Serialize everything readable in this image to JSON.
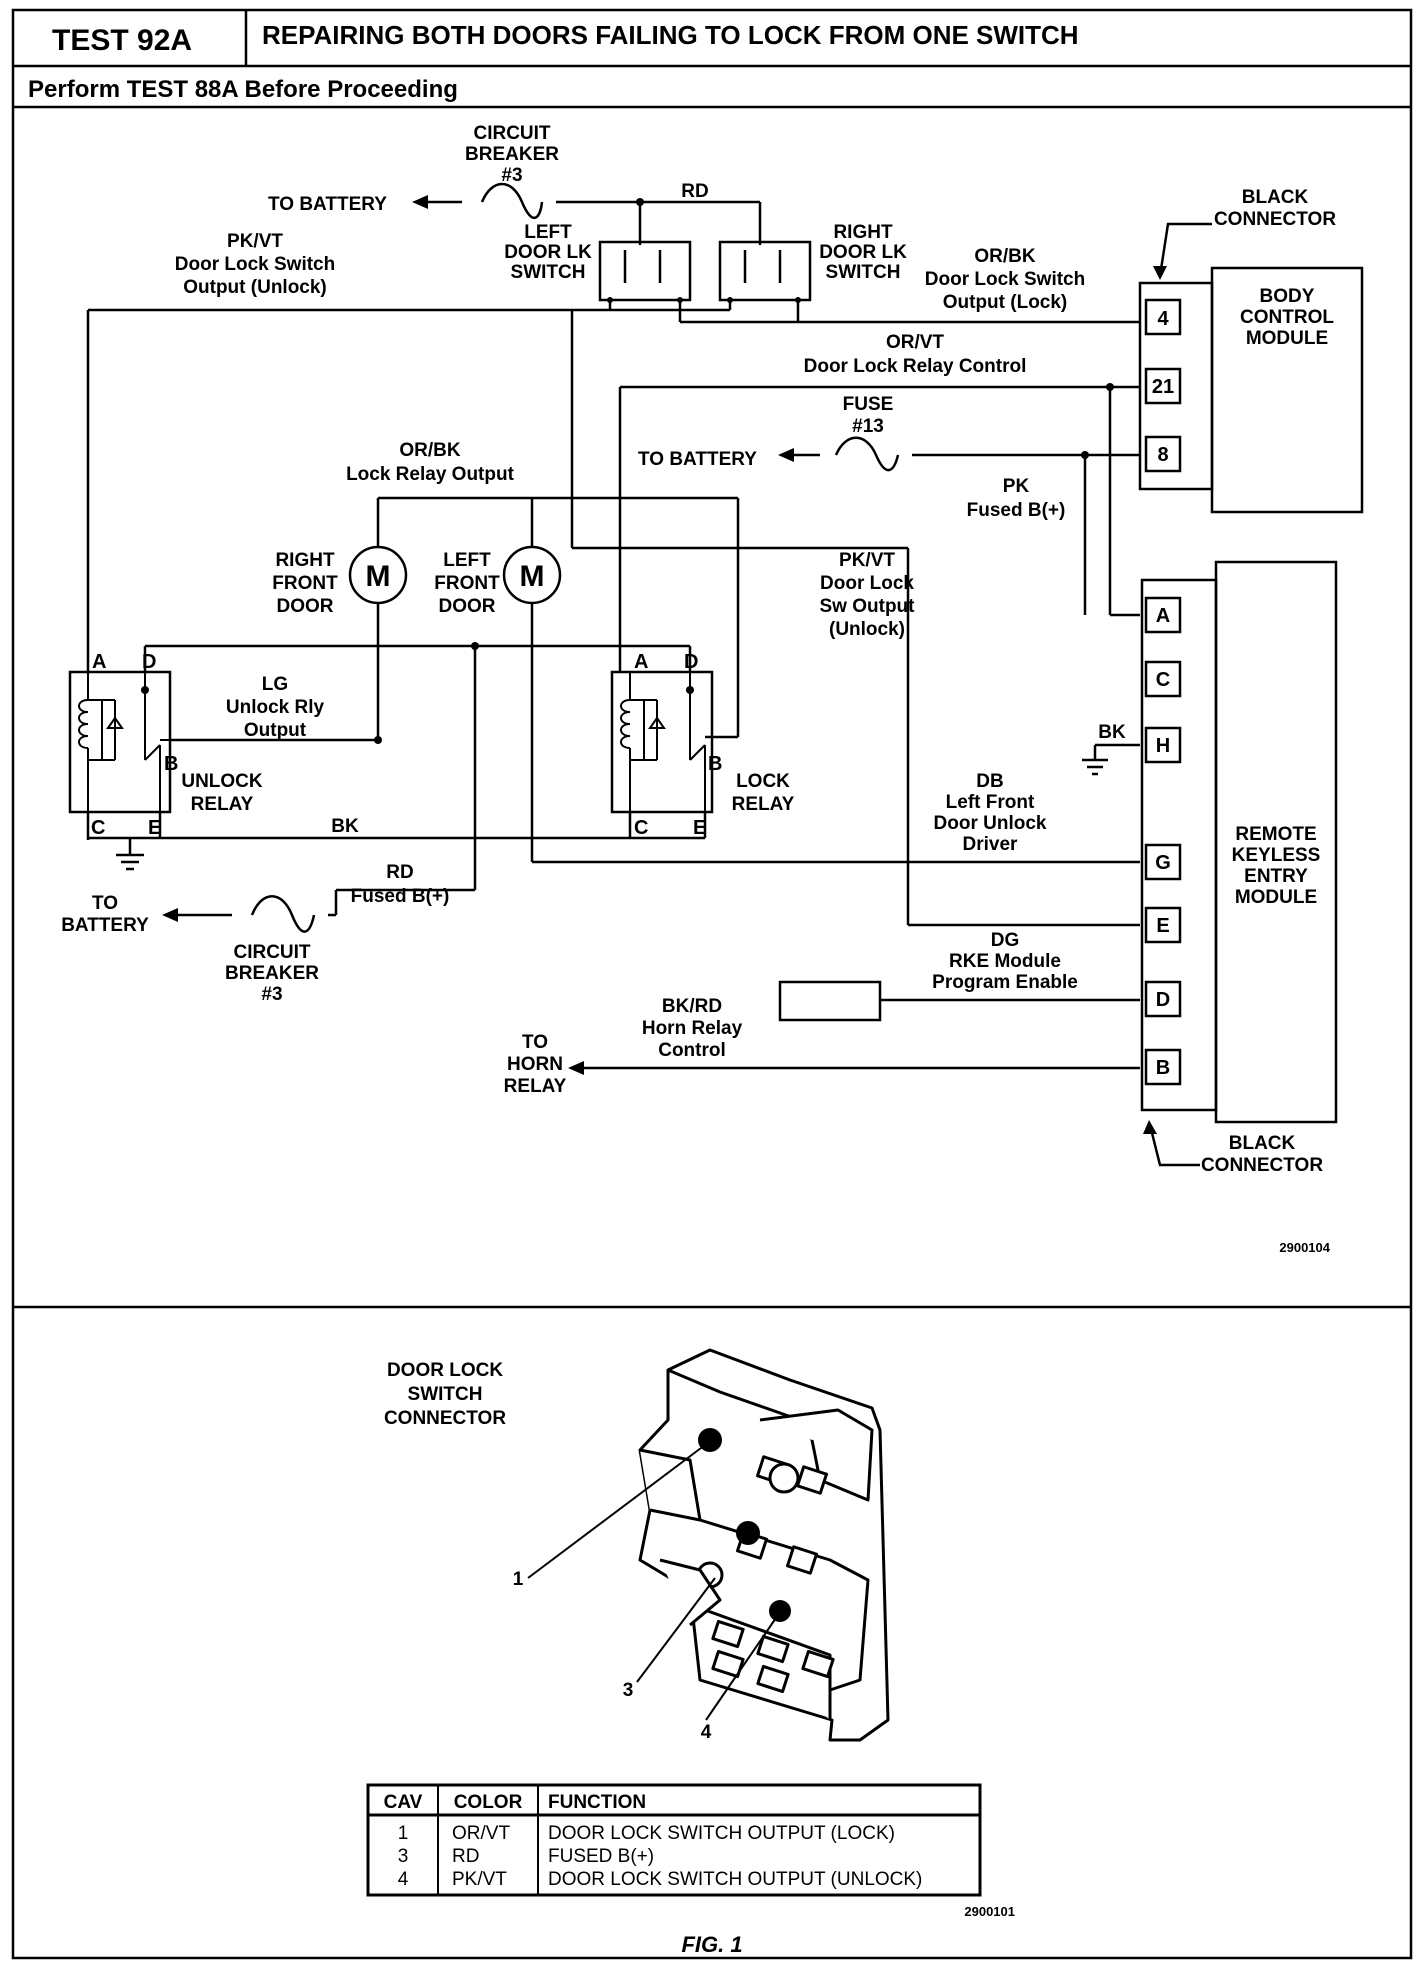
{
  "header": {
    "test_id": "TEST 92A",
    "title": "REPAIRING BOTH DOORS FAILING TO LOCK FROM ONE SWITCH",
    "subtitle": "Perform TEST 88A Before Proceeding"
  },
  "schematic": {
    "cb3_top": [
      "CIRCUIT",
      "BREAKER",
      "#3"
    ],
    "to_battery_top": "TO BATTERY",
    "rd_top": "RD",
    "left_switch": [
      "LEFT",
      "DOOR LK",
      "SWITCH"
    ],
    "right_switch": [
      "RIGHT",
      "DOOR LK",
      "SWITCH"
    ],
    "pkvt_unlock": [
      "PK/VT",
      "Door Lock Switch",
      "Output (Unlock)"
    ],
    "orbk_lock": [
      "OR/BK",
      "Door Lock Switch",
      "Output (Lock)"
    ],
    "black_connector_top": [
      "BLACK",
      "CONNECTOR"
    ],
    "bcm": [
      "BODY",
      "CONTROL",
      "MODULE"
    ],
    "bcm_pins": [
      "4",
      "21",
      "8"
    ],
    "orvt_relay": [
      "OR/VT",
      "Door Lock Relay Control"
    ],
    "fuse13": [
      "FUSE",
      "#13"
    ],
    "to_battery_mid": "TO BATTERY",
    "pk_fused": [
      "PK",
      "Fused B(+)"
    ],
    "orbk_lock_relay": [
      "OR/BK",
      "Lock Relay Output"
    ],
    "right_front_door": [
      "RIGHT",
      "FRONT",
      "DOOR"
    ],
    "left_front_door": [
      "LEFT",
      "FRONT",
      "DOOR"
    ],
    "motor_symbol": "M",
    "pkvt_sw": [
      "PK/VT",
      "Door Lock",
      "Sw Output",
      "(Unlock)"
    ],
    "lg_unlock": [
      "LG",
      "Unlock Rly",
      "Output"
    ],
    "unlock_relay": [
      "UNLOCK",
      "RELAY"
    ],
    "lock_relay": [
      "LOCK",
      "RELAY"
    ],
    "relay_pins": [
      "A",
      "D",
      "B",
      "C",
      "E"
    ],
    "bk_label": "BK",
    "bk_ground": "BK",
    "db_driver": [
      "DB",
      "Left Front",
      "Door Unlock",
      "Driver"
    ],
    "rd_fused": [
      "RD",
      "Fused B(+)"
    ],
    "to_battery_low": [
      "TO",
      "BATTERY"
    ],
    "cb3_low": [
      "CIRCUIT",
      "BREAKER",
      "#3"
    ],
    "dg_program": [
      "DG",
      "RKE Module",
      "Program Enable"
    ],
    "bkrd_horn": [
      "BK/RD",
      "Horn Relay",
      "Control"
    ],
    "to_horn": [
      "TO",
      "HORN",
      "RELAY"
    ],
    "rke": [
      "REMOTE",
      "KEYLESS",
      "ENTRY",
      "MODULE"
    ],
    "rke_pins": [
      "A",
      "C",
      "H",
      "G",
      "E",
      "D",
      "B"
    ],
    "black_connector_bottom": [
      "BLACK",
      "CONNECTOR"
    ],
    "fig_id": "2900104"
  },
  "connector": {
    "title": [
      "DOOR LOCK",
      "SWITCH",
      "CONNECTOR"
    ],
    "callouts": [
      "1",
      "3",
      "4"
    ],
    "table": {
      "headers": [
        "CAV",
        "COLOR",
        "FUNCTION"
      ],
      "rows": [
        [
          "1",
          "OR/VT",
          "DOOR LOCK SWITCH OUTPUT (LOCK)"
        ],
        [
          "3",
          "RD",
          "FUSED B(+)"
        ],
        [
          "4",
          "PK/VT",
          "DOOR LOCK SWITCH OUTPUT (UNLOCK)"
        ]
      ]
    },
    "fig_id": "2900101"
  },
  "caption": "FIG. 1"
}
